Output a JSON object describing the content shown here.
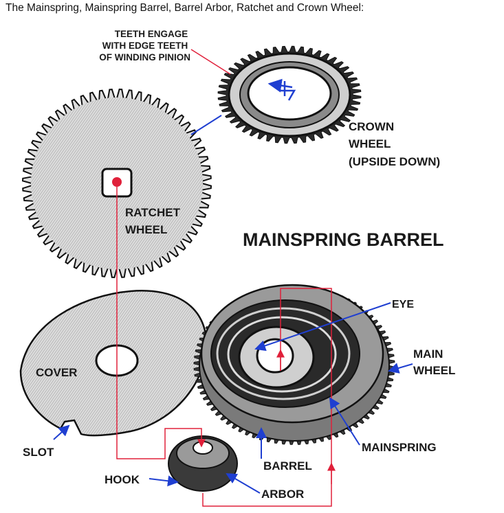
{
  "caption": "The Mainspring, Mainspring Barrel, Barrel Arbor, Ratchet and Crown Wheel:",
  "labels": {
    "teeth_engage": [
      "TEETH ENGAGE",
      "WITH EDGE TEETH",
      "OF WINDING PINION"
    ],
    "crown_wheel": [
      "CROWN",
      "WHEEL",
      "(UPSIDE DOWN)"
    ],
    "ratchet_wheel": [
      "RATCHET",
      "WHEEL"
    ],
    "mainspring_barrel": "MAINSPRING BARREL",
    "eye": "EYE",
    "main_wheel": [
      "MAIN",
      "WHEEL"
    ],
    "cover": "COVER",
    "slot": "SLOT",
    "mainspring": "MAINSPRING",
    "barrel": "BARREL",
    "hook": "HOOK",
    "arbor": "ARBOR"
  },
  "colors": {
    "pointer_blue": "#1f3fd1",
    "assembly_red": "#e0203a",
    "part_fill": "#d9d9d9",
    "outline": "#1a1a1a"
  }
}
